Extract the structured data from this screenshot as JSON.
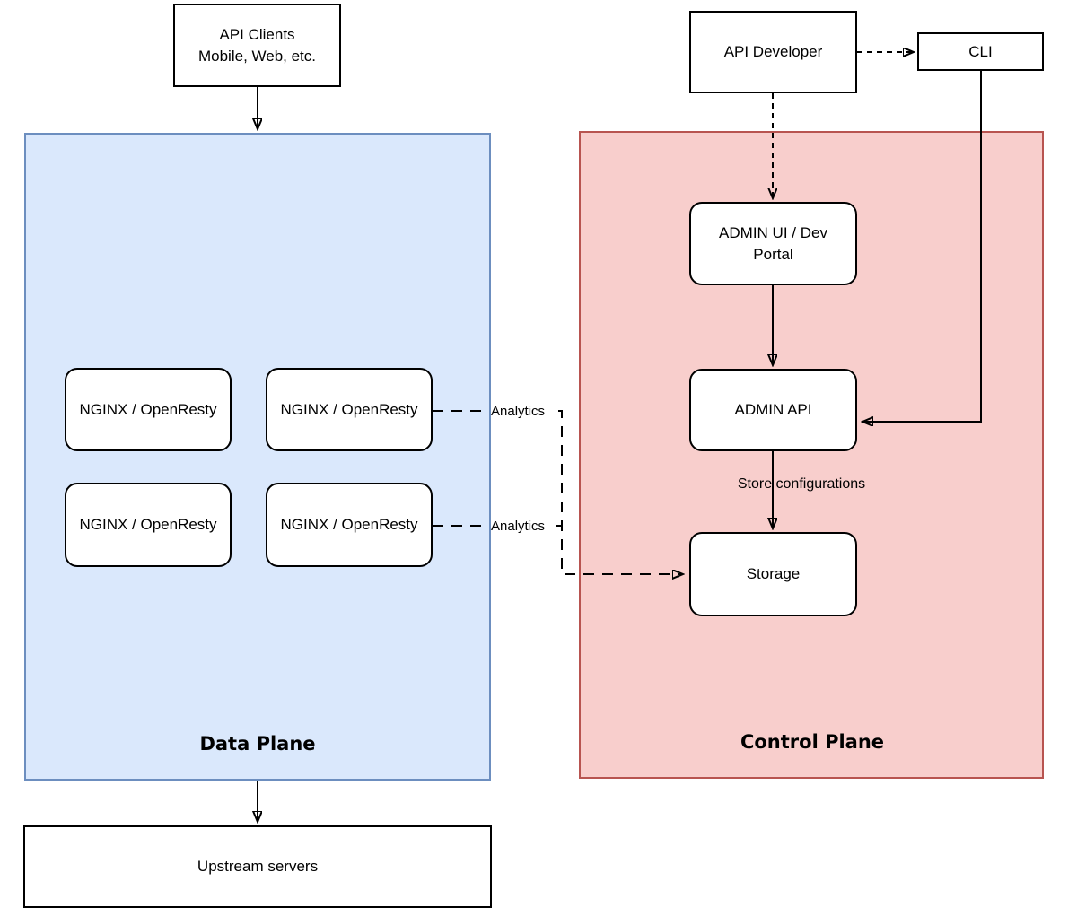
{
  "nodes": {
    "api_clients": {
      "line1": "API Clients",
      "line2": "Mobile, Web, etc."
    },
    "api_developer": {
      "label": "API Developer"
    },
    "cli": {
      "label": "CLI"
    },
    "admin_ui": {
      "label": "ADMIN UI / Dev Portal"
    },
    "admin_api": {
      "label": "ADMIN API"
    },
    "storage": {
      "label": "Storage"
    },
    "nginx": {
      "label": "NGINX / OpenResty"
    },
    "upstream": {
      "label": "Upstream servers"
    }
  },
  "planes": {
    "data_plane": {
      "label": "Data Plane",
      "fill": "#dae8fc",
      "border": "#6c8ebf"
    },
    "control_plane": {
      "label": "Control Plane",
      "fill": "#f8cecc",
      "border": "#b85450"
    }
  },
  "edge_labels": {
    "analytics_top": "Analytics",
    "analytics_bottom": "Analytics",
    "store_configurations": "Store configurations"
  },
  "colors": {
    "node_fill": "#ffffff",
    "line": "#000000",
    "background": "#ffffff"
  }
}
